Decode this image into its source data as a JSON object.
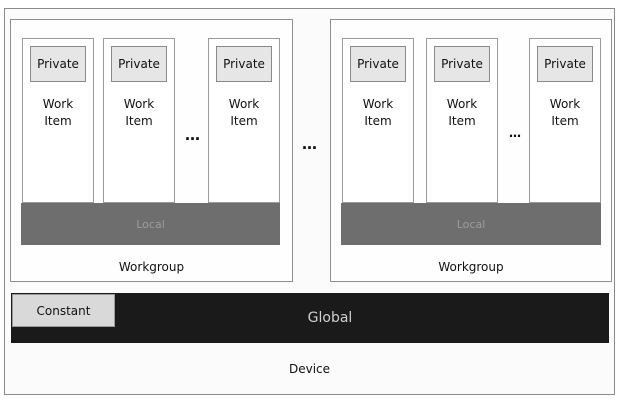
{
  "device": {
    "label": "Device",
    "workgroups": [
      {
        "label": "Workgroup",
        "local": "Local",
        "work_items": [
          {
            "private": "Private",
            "line1": "Work",
            "line2": "Item"
          },
          {
            "private": "Private",
            "line1": "Work",
            "line2": "Item"
          },
          {
            "private": "Private",
            "line1": "Work",
            "line2": "Item"
          }
        ],
        "ellipsis": "…"
      },
      {
        "label": "Workgroup",
        "local": "Local",
        "work_items": [
          {
            "private": "Private",
            "line1": "Work",
            "line2": "Item"
          },
          {
            "private": "Private",
            "line1": "Work",
            "line2": "Item"
          },
          {
            "private": "Private",
            "line1": "Work",
            "line2": "Item"
          }
        ],
        "ellipsis": "…"
      }
    ],
    "between_workgroups": "…",
    "global": "Global",
    "constant": "Constant"
  }
}
